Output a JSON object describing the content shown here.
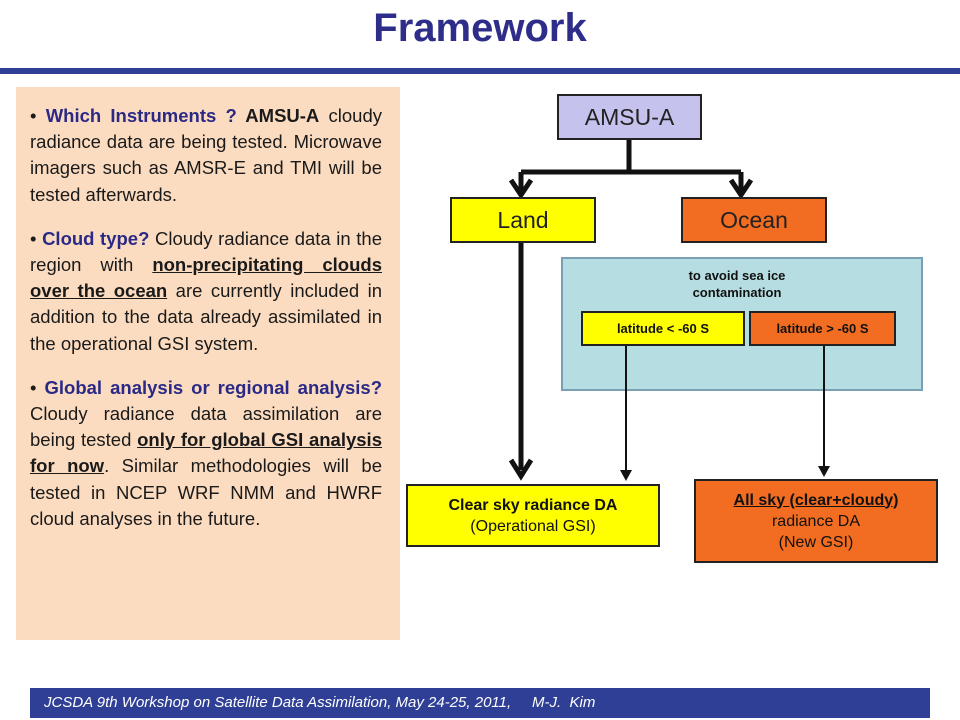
{
  "title": "Framework",
  "bullets": [
    {
      "head": "Which Instruments ?",
      "strong": " AMSU-A",
      "rest": " cloudy radiance data are being tested. Microwave imagers such as AMSR-E and TMI will be tested afterwards."
    },
    {
      "head": "Cloud type?",
      "pre": " Cloudy radiance data in the region with ",
      "underline": "non-precipitating clouds over the ocean",
      "post": " are currently included in addition to the data already assimilated in the operational GSI system."
    },
    {
      "head": "Global analysis or regional analysis?",
      "pre": "  Cloudy radiance data assimilation are being tested ",
      "underline": "only for global GSI analysis for now",
      "post": ". Similar methodologies will be tested in NCEP WRF NMM and HWRF cloud analyses in the future."
    }
  ],
  "diagram": {
    "top": "AMSU-A",
    "land": "Land",
    "ocean": "Ocean",
    "note": "to avoid sea ice contamination",
    "lat_low": "latitude < -60 S",
    "lat_high": "latitude > -60 S",
    "clear_title": "Clear sky radiance DA",
    "clear_sub": "(Operational GSI)",
    "allsky_title": "All sky (clear+cloudy)",
    "allsky_l2": "radiance DA",
    "allsky_l3": "(New GSI)"
  },
  "colors": {
    "title": "#2e2e8a",
    "rule": "#2e3f95",
    "panel": "#fcdcc0",
    "amsu": "#c5c3ed",
    "yellow": "#ffff00",
    "orange": "#f26d21",
    "seaice": "#b6dde1"
  },
  "footer": "JCSDA 9th Workshop on Satellite Data Assimilation, May 24-25, 2011,     M-J.  Kim"
}
